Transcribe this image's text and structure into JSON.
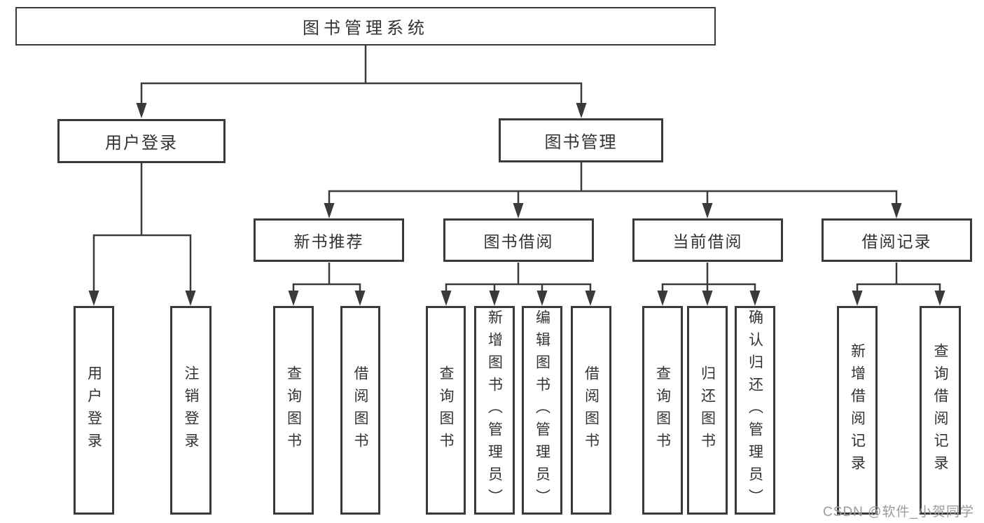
{
  "diagram": {
    "root": {
      "label": "图书管理系统"
    },
    "level2": [
      {
        "label": "用户登录"
      },
      {
        "label": "图书管理"
      }
    ],
    "level3": [
      {
        "label": "新书推荐"
      },
      {
        "label": "图书借阅"
      },
      {
        "label": "当前借阅"
      },
      {
        "label": "借阅记录"
      }
    ],
    "leaves": {
      "user_login": [
        "用户登录",
        "注销登录"
      ],
      "new_book_recommend": [
        "查询图书",
        "借阅图书"
      ],
      "book_borrowing": [
        "查询图书",
        "新增图书（管理员）",
        "编辑图书（管理员）",
        "借阅图书"
      ],
      "current_borrowing": [
        "查询图书",
        "归还图书",
        "确认归还（管理员）"
      ],
      "borrowing_records": [
        "新增借阅记录",
        "查询借阅记录"
      ]
    }
  },
  "watermark": {
    "label": "CSDN @软件_小贺同学"
  },
  "colors": {
    "line": "#3a3a3a",
    "text": "#333333",
    "watermark": "#9b9b9b",
    "background": "#ffffff"
  }
}
